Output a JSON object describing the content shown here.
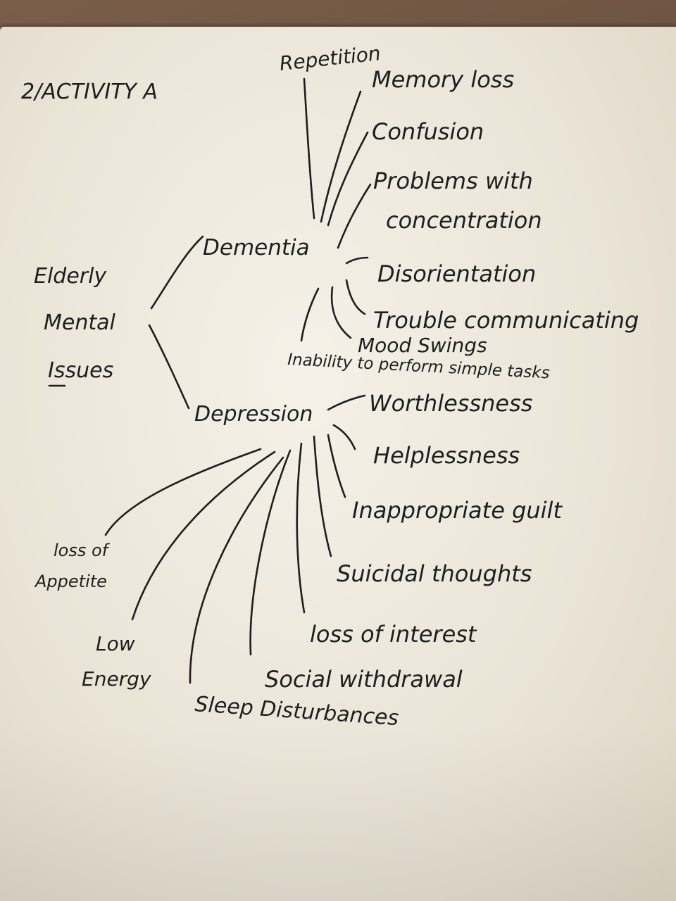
{
  "heading": "2/ACTIVITY A",
  "root": {
    "line1": "Elderly",
    "line2": "Mental",
    "line3": "Issues"
  },
  "dementia": {
    "label": "Dementia",
    "symptoms": [
      "Repetition",
      "Memory loss",
      "Confusion",
      "Problems with",
      "concentration",
      "Disorientation",
      "Trouble communicating",
      "Mood Swings",
      "Inability to perform simple tasks"
    ]
  },
  "depression": {
    "label": "Depression",
    "symptoms": [
      "Worthlessness",
      "Helplessness",
      "Inappropriate guilt",
      "Suicidal thoughts",
      "loss of interest",
      "Social withdrawal",
      "Sleep Disturbances",
      "Low",
      "Energy",
      "loss of",
      "Appetite"
    ]
  }
}
